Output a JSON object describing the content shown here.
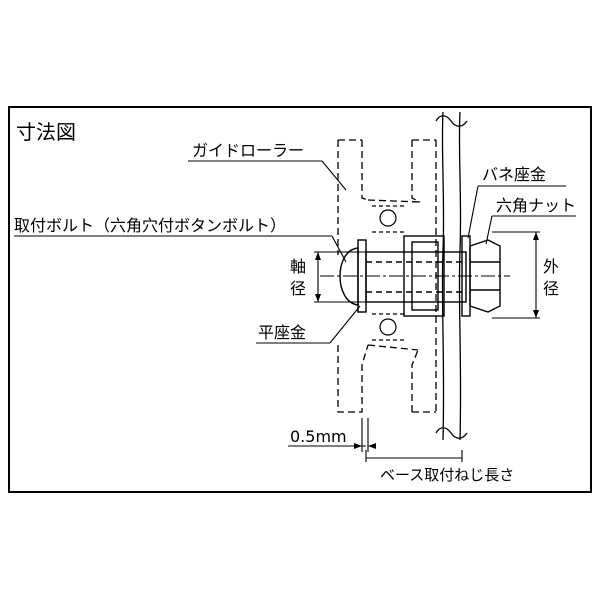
{
  "title": "寸法図",
  "labels": {
    "guide_roller": "ガイドローラー",
    "mounting_bolt": "取付ボルト（六角穴付ボタンボルト）",
    "spring_washer": "バネ座金",
    "hex_nut": "六角ナット",
    "shaft_diameter": [
      "軸",
      "径"
    ],
    "outer_diameter": [
      "外",
      "径"
    ],
    "flat_washer": "平座金",
    "gap": "0.5mm",
    "base_thread_length": "ベース取付ねじ長さ"
  },
  "colors": {
    "line": "#000000",
    "background": "#ffffff"
  }
}
